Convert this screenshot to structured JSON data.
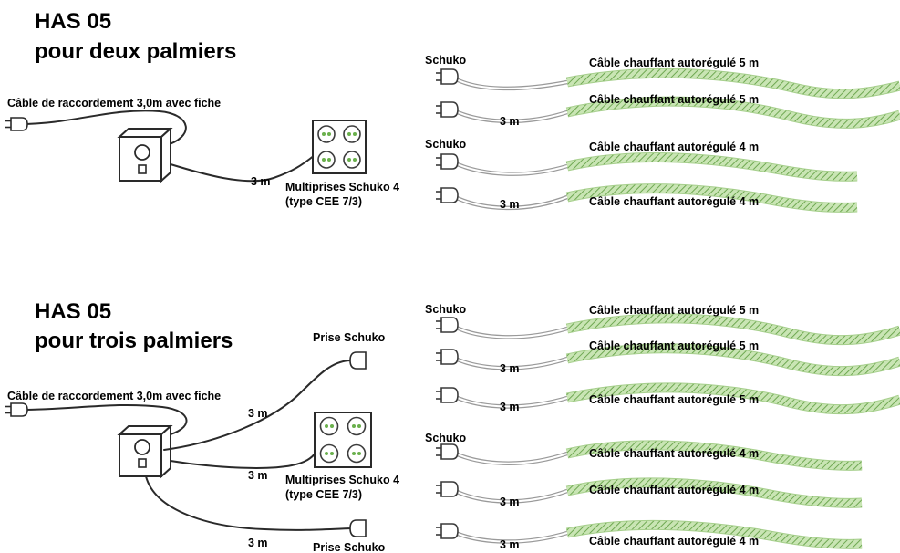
{
  "top": {
    "title_line1": "HAS 05",
    "title_line2": "pour deux palmiers",
    "connection_cable": "Câble de raccordement 3,0m avec fiche",
    "length_label": "3 m",
    "multiprise_line1": "Multiprises Schuko 4",
    "multiprise_line2": "(type CEE 7/3)",
    "schuko_1": "Schuko",
    "schuko_2": "Schuko",
    "lead_length_1": "3 m",
    "lead_length_2": "3 m",
    "cable_1": "Câble chauffant autorégulé 5 m",
    "cable_2": "Câble chauffant autorégulé 5 m",
    "cable_3": "Câble chauffant autorégulé 4 m",
    "cable_4": "Câble chauffant autorégulé 4 m"
  },
  "bottom": {
    "title_line1": "HAS 05",
    "title_line2": "pour trois palmiers",
    "connection_cable": "Câble de raccordement 3,0m avec fiche",
    "prise_top": "Prise Schuko",
    "prise_bottom": "Prise Schuko",
    "length_label_1": "3 m",
    "length_label_2": "3 m",
    "length_label_3": "3 m",
    "multiprise_line1": "Multiprises Schuko 4",
    "multiprise_line2": "(type CEE 7/3)",
    "schuko_1": "Schuko",
    "schuko_2": "Schuko",
    "lead_length_1": "3 m",
    "lead_length_2": "3 m",
    "lead_length_3": "3 m",
    "lead_length_4": "3 m",
    "cable_1": "Câble chauffant autorégulé 5 m",
    "cable_2": "Câble chauffant autorégulé 5 m",
    "cable_3": "Câble chauffant autorégulé 5 m",
    "cable_4": "Câble chauffant autorégulé 4 m",
    "cable_5": "Câble chauffant autorégulé 4 m",
    "cable_6": "Câble chauffant autorégulé 4 m"
  },
  "colors": {
    "heating_cable": "#a6cf8c",
    "outlet_pins": "#6ab04c",
    "wire": "#2a2a2a",
    "lead": "#9a9a9a"
  }
}
